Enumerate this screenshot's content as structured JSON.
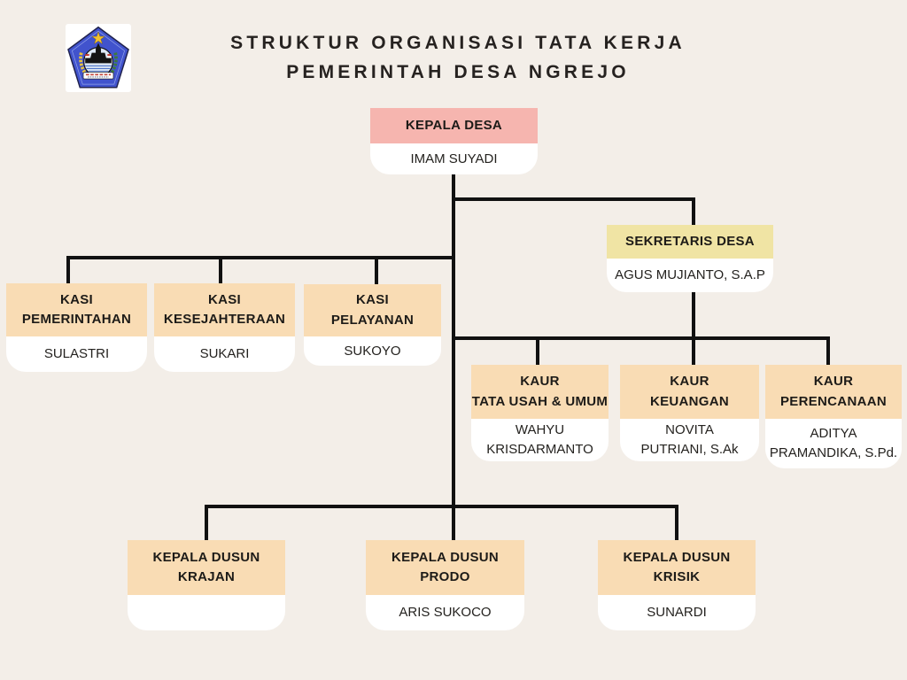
{
  "title": {
    "line1": "STRUKTUR ORGANISASI TATA KERJA",
    "line2": "PEMERINTAH DESA NGREJO"
  },
  "logo": {
    "icon": "village-government-emblem-pentagon-with-star"
  },
  "colors": {
    "background": "#f3eee8",
    "root_header": "#f6b5af",
    "secretary_header": "#f0e4a4",
    "staff_header": "#f9dcb4",
    "box_body": "#ffffff",
    "connector_line": "#111111",
    "text": "#1d1b18"
  },
  "nodes": {
    "kepala_desa": {
      "t1": "KEPALA DESA",
      "t2": "",
      "n1": "IMAM SUYADI",
      "n2": ""
    },
    "sekretaris_desa": {
      "t1": "SEKRETARIS DESA",
      "t2": "",
      "n1": "AGUS MUJIANTO, S.A.P",
      "n2": ""
    },
    "kasi_pemerintahan": {
      "t1": "KASI",
      "t2": "PEMERINTAHAN",
      "n1": "SULASTRI",
      "n2": ""
    },
    "kasi_kesejahteraan": {
      "t1": "KASI",
      "t2": "KESEJAHTERAAN",
      "n1": "SUKARI",
      "n2": ""
    },
    "kasi_pelayanan": {
      "t1": "KASI",
      "t2": "PELAYANAN",
      "n1": "SUKOYO",
      "n2": ""
    },
    "kaur_tata_usaha": {
      "t1": "KAUR",
      "t2": "TATA USAH & UMUM",
      "n1": "WAHYU",
      "n2": "KRISDARMANTO"
    },
    "kaur_keuangan": {
      "t1": "KAUR",
      "t2": "KEUANGAN",
      "n1": "NOVITA",
      "n2": "PUTRIANI, S.Ak"
    },
    "kaur_perencanaan": {
      "t1": "KAUR",
      "t2": "PERENCANAAN",
      "n1": "ADITYA",
      "n2": "PRAMANDIKA, S.Pd."
    },
    "kadus_krajan": {
      "t1": "KEPALA DUSUN",
      "t2": "KRAJAN",
      "n1": "",
      "n2": ""
    },
    "kadus_prodo": {
      "t1": "KEPALA DUSUN",
      "t2": "PRODO",
      "n1": "ARIS SUKOCO",
      "n2": ""
    },
    "kadus_krisik": {
      "t1": "KEPALA DUSUN",
      "t2": "KRISIK",
      "n1": "SUNARDI",
      "n2": ""
    }
  }
}
